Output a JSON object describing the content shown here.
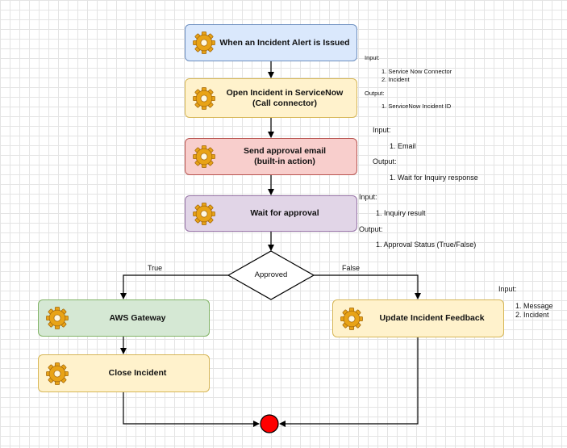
{
  "nodes": {
    "incident_alert": "When an Incident Alert is Issued",
    "open_incident": "Open Incident in ServiceNow\n(Call connector)",
    "send_email": "Send approval email\n(built-in action)",
    "wait_approval": "Wait for approval",
    "decision": "Approved",
    "aws_gateway": "AWS Gateway",
    "close_incident": "Close Incident",
    "update_feedback": "Update Incident Feedback"
  },
  "edges": {
    "true_label": "True",
    "false_label": "False"
  },
  "notes": {
    "n1_input": "Input:",
    "n1_item1": "1. Service Now Connector",
    "n1_item2": "2. Incident",
    "n1_output": "Output:",
    "n1_out1": "1. ServiceNow Incident ID",
    "n2_input": "Input:",
    "n2_item1": "1. Email",
    "n2_output": "Output:",
    "n2_out1": "1. Wait for Inquiry response",
    "n3_input": "Input:",
    "n3_item1": "1. Inquiry result",
    "n3_output": "Output:",
    "n3_out1": "1. Approval Status (True/False)",
    "n4_input": "Input:",
    "n4_item1": "1. Message",
    "n4_item2": "2. Incident"
  },
  "colors": {
    "end_fill": "#ff0000",
    "blue": "#dae8fc",
    "yellow": "#fff2cc",
    "red": "#f8cecc",
    "purple": "#e1d5e7",
    "green": "#d5e8d4"
  },
  "icons": {
    "step_icon": "gear-icon",
    "end": "end-circle"
  }
}
